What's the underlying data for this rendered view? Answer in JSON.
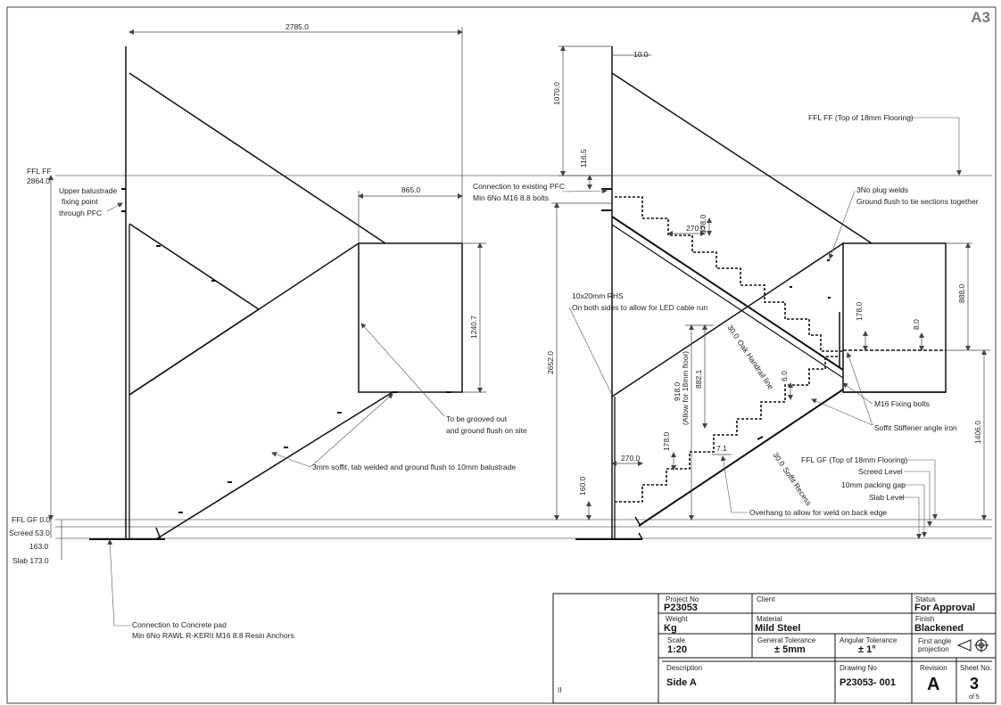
{
  "sheet_size": "A3",
  "dims": {
    "d2785": "2785.0",
    "d865": "865.0",
    "d1240": "1240.7",
    "d1070": "1070.0",
    "d10": "10.0",
    "d116": "116.5",
    "d2652": "2652.0",
    "d270a": "270.0",
    "d178a": "178.0",
    "d888": "888.0",
    "d178b": "178.0",
    "d8": "8.0",
    "d1406": "1406.0",
    "d918": "918.0",
    "d918b": "(Allow for 18mm floor)",
    "d882": "882.1",
    "d6": "6.0",
    "d30a": "30.0",
    "d30a_txt": "Oak Handrail line",
    "d270b": "270.0",
    "d178c": "178.0",
    "d160": "160.0",
    "d7": "7.1",
    "d30b": "30.0",
    "d30b_txt": "Soffit Recess"
  },
  "left_levels": {
    "ffl_ff": "FFL FF",
    "ffl_ff_val": "2864.0",
    "ffl_gf": "FFL GF 0.0",
    "screed": "Screed 53.0",
    "mid": "163.0",
    "slab": "Slab 173.0"
  },
  "notes": {
    "upper_fix": [
      "Upper balustrade",
      "fixing point",
      "through PFC"
    ],
    "grooved": [
      "To be grooved out",
      "and ground flush on site"
    ],
    "soffit": "3mm soffit, tab welded and ground flush to 10mm balustrade",
    "concrete": [
      "Connection to Concrete pad",
      "Min 6No RAWL R-KERII M16 8.8 Resin Anchors"
    ],
    "pfc": [
      "Connection to existing PFC",
      "Min 6No M16 8.8 bolts"
    ],
    "ffl_ff_top": "FFL FF (Top of 18mm Flooring)",
    "plug": [
      "3No plug welds",
      "Ground flush to tie sections together"
    ],
    "rhs": [
      "10x20mm RHS",
      "On both sides to allow for LED cable run"
    ],
    "m16": "M16 Fixing bolts",
    "stiffener": "Soffit Stiffener angle iron",
    "ffl_gf_top": "FFL GF (Top of 18mm Flooring)",
    "screed_level": "Screed Level",
    "packing": "10mm packing gap",
    "slab_level": "Slab Level",
    "overhang": "Overhang to allow for weld on back edge"
  },
  "title_block": {
    "project_no_label": "Project No",
    "project_no": "P23053",
    "client_label": "Client",
    "client": "",
    "status_label": "Status",
    "status": "For Approval",
    "weight_label": "Weight",
    "weight": "Kg",
    "material_label": "Material",
    "material": "Mild Steel",
    "finish_label": "Finish",
    "finish": "Blackened",
    "scale_label": "Scale",
    "scale": "1:20",
    "gen_tol_label": "General Tolerance",
    "gen_tol": "± 5mm",
    "ang_tol_label": "Angular Tolerance",
    "ang_tol": "± 1°",
    "projection_label": [
      "First angle",
      "projection"
    ],
    "description_label": "Description",
    "description": "Side A",
    "drawing_no_label": "Drawing No",
    "drawing_no": "P23053- 001",
    "revision_label": "Revision",
    "revision": "A",
    "sheet_label": "Sheet No.",
    "sheet": "3",
    "sheet_of": "of 5",
    "logo_text": "II"
  }
}
